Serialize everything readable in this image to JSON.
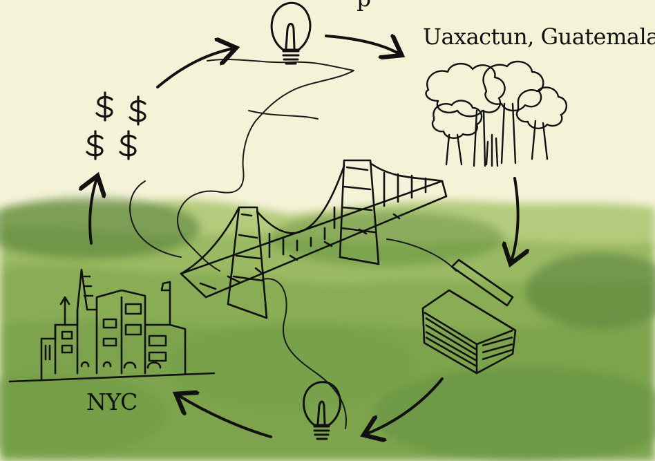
{
  "labels": {
    "top_partial": "p",
    "location": "Uaxactun, Guatemala",
    "city": "NYC"
  },
  "colors": {
    "paper": "#f4f3d8",
    "ink": "#111111",
    "wash_light": "#b8cf7a",
    "wash_mid": "#8fb25a",
    "wash_dark": "#4f7a35"
  },
  "icons": [
    "lightbulb-icon",
    "dollar-signs-icon",
    "trees-icon",
    "lumber-icon",
    "bridge-icon",
    "city-skyline-icon"
  ]
}
